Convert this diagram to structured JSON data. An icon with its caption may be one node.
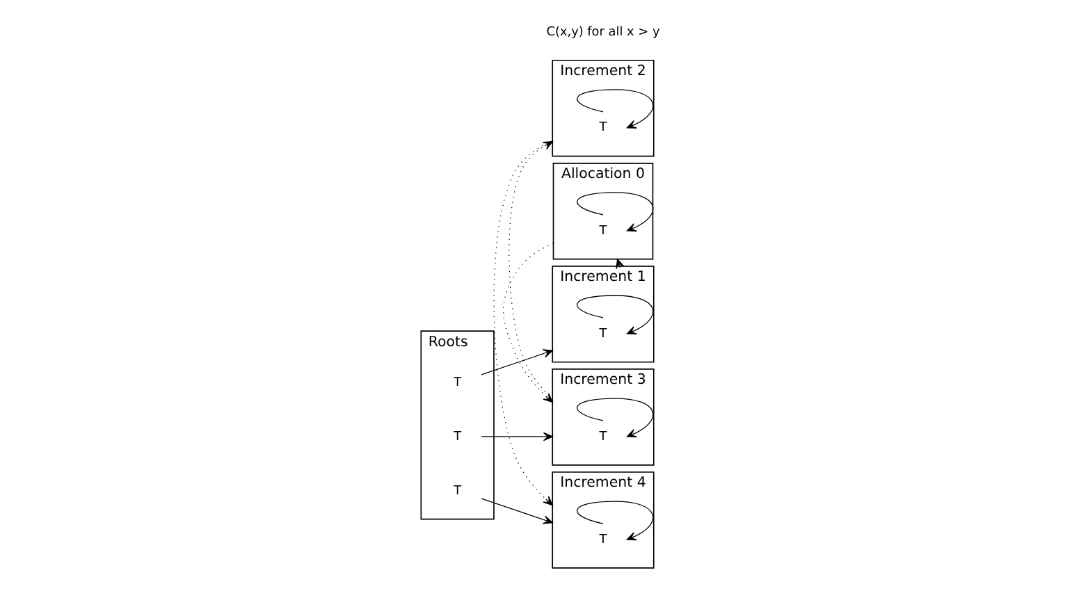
{
  "diagram": {
    "nodes": [
      {
        "text": [
          "Roots"
        ]
      },
      {
        "text": [
          "T"
        ],
        "in": 0
      },
      {
        "text": [
          "T"
        ],
        "in": 0
      },
      {
        "text": [
          "T"
        ],
        "in": 0
      },
      {
        "text": [
          "Increment 1"
        ]
      },
      {
        "text": [
          "T"
        ],
        "in": 4
      },
      {
        "text": [
          "Allocation 0"
        ]
      },
      {
        "text": [
          "T"
        ],
        "in": 6
      },
      {
        "text": [
          "Increment 3"
        ]
      },
      {
        "text": [
          "T"
        ],
        "in": 8
      },
      {
        "text": [
          "Increment 2"
        ]
      },
      {
        "text": [
          "T"
        ],
        "in": 10
      },
      {
        "text": [
          "Increment 4"
        ]
      },
      {
        "text": [
          "T"
        ],
        "in": 12
      }
    ],
    "edges": [
      {
        "from": 1,
        "to": 4,
        "arrow": "to"
      },
      {
        "from": 2,
        "to": 8,
        "arrow": "to"
      },
      {
        "from": 3,
        "to": 12,
        "arrow": "to"
      },
      {
        "from": 4,
        "to": 6,
        "arrow": "to",
        "style": "dashed"
      },
      {
        "from": 6,
        "to": 8,
        "arrow": "to",
        "style": "dashed"
      },
      {
        "from": 8,
        "to": 10,
        "arrow": "to",
        "style": "dashed"
      },
      {
        "from": 10,
        "to": 12,
        "arrow": "to",
        "style": "dashed"
      },
      {
        "from": 5,
        "to": 5,
        "arrow": "to"
      },
      {
        "from": 7,
        "to": 7,
        "arrow": "to"
      },
      {
        "from": 9,
        "to": 9,
        "arrow": "to"
      },
      {
        "from": 11,
        "to": 11,
        "arrow": "to"
      },
      {
        "from": 13,
        "to": 13,
        "arrow": "to"
      }
    ],
    "labels": [
      "C(x,y) for all x > y"
    ]
  }
}
